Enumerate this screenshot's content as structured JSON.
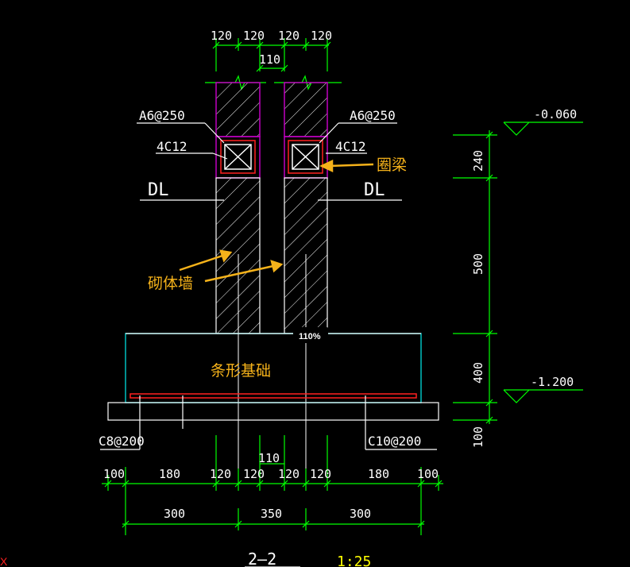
{
  "drawing": {
    "top_dims": [
      "120",
      "120",
      "120",
      "120"
    ],
    "top_gap": "110",
    "left_callout_rebar": "A6@250",
    "left_callout_main": "4C12",
    "right_callout_rebar": "A6@250",
    "right_callout_main": "4C12",
    "left_dl": "DL",
    "right_dl": "DL",
    "ring_beam_label": "圈梁",
    "masonry_wall_label": "砌体墙",
    "strip_foundation_label": "条形基础",
    "left_bottom_rebar": "C8@200",
    "right_bottom_rebar": "C10@200",
    "bottom_gap": "110",
    "bottom_dims_row1": [
      "100",
      "180",
      "120",
      "120",
      "120",
      "120",
      "180",
      "100"
    ],
    "bottom_dims_row2": [
      "300",
      "350",
      "300"
    ],
    "elev_top": "-0.060",
    "elev_bottom": "-1.200",
    "side_dims": [
      "240",
      "500",
      "400",
      "100"
    ],
    "section_title": "2—2",
    "scale": "1:25",
    "corner_mark": "X"
  },
  "viewer": {
    "zoom": "110%"
  },
  "colors": {
    "background": "#000000",
    "dimension": "#00ff00",
    "wall_outline": "#c000c0",
    "beam_box": "#ff2020",
    "foundation_outline": "#00c0c0",
    "annotation": "#f5b21a"
  }
}
